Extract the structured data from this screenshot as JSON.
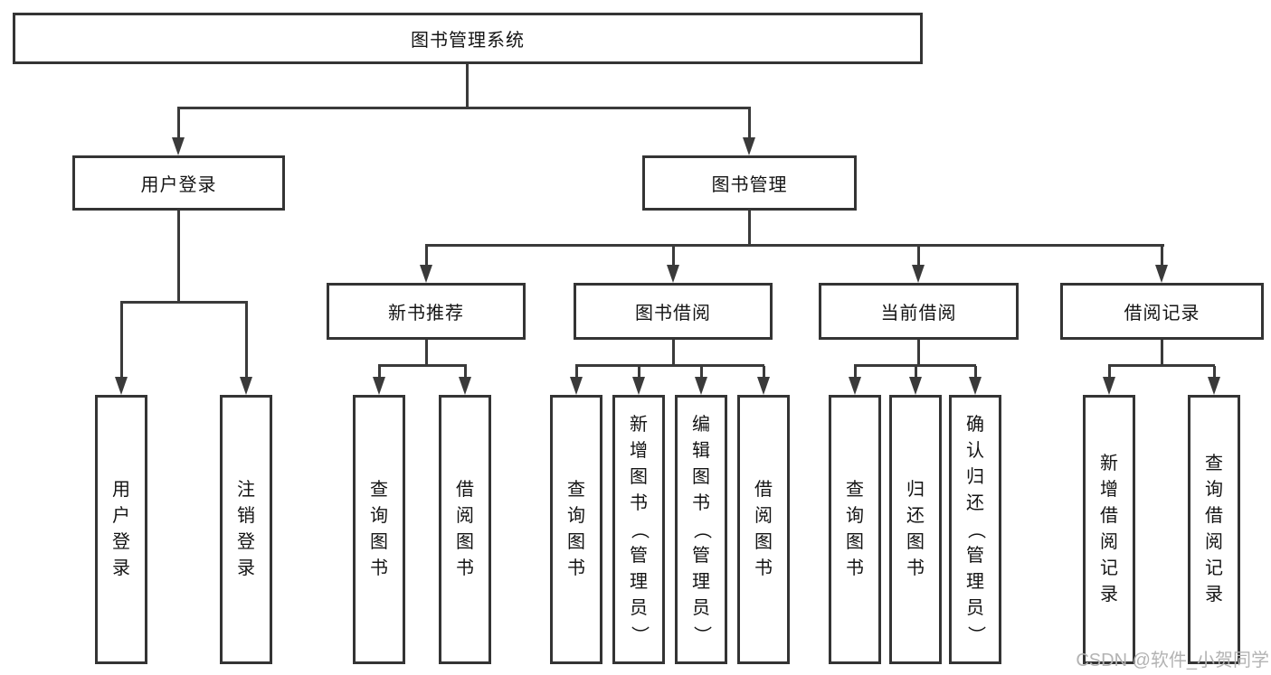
{
  "tree": {
    "root": "图书管理系统",
    "groups": {
      "user": {
        "label": "用户登录",
        "children": [
          "用户登录",
          "注销登录"
        ]
      },
      "book": {
        "label": "图书管理",
        "sub": {
          "recommend": {
            "label": "新书推荐",
            "children": [
              "查询图书",
              "借阅图书"
            ]
          },
          "borrow": {
            "label": "图书借阅",
            "children": [
              "查询图书",
              "新增图书（管理员）",
              "编辑图书（管理员）",
              "借阅图书"
            ]
          },
          "current": {
            "label": "当前借阅",
            "children": [
              "查询图书",
              "归还图书",
              "确认归还（管理员）"
            ]
          },
          "record": {
            "label": "借阅记录",
            "children": [
              "新增借阅记录",
              "查询借阅记录"
            ]
          }
        }
      }
    }
  },
  "watermark": {
    "text": "CSDN @软件_小贺同学",
    "color": "#b3b3b3"
  },
  "colors": {
    "line": "#3a3a3a",
    "border": "#343434",
    "text": "#141414",
    "background": "#ffffff"
  }
}
